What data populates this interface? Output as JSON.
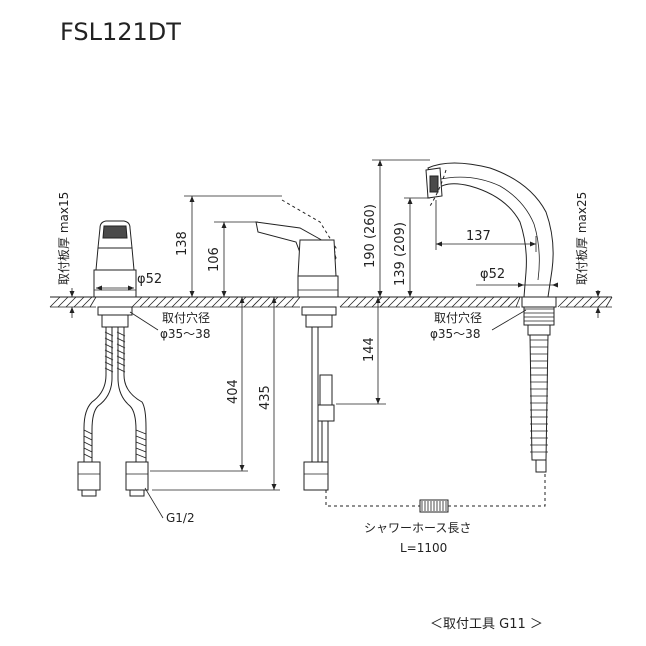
{
  "title": "FSL121DT",
  "labels": {
    "left_plate": "取付板厚 max15",
    "right_plate": "取付板厚 max25",
    "hole_left_1": "取付穴径",
    "hole_left_2": "φ35～38",
    "hole_right_1": "取付穴径",
    "hole_right_2": "φ35～38",
    "dia_left": "φ52",
    "dia_right": "φ52",
    "thread": "G1/2",
    "hose_1": "シャワーホース長さ",
    "hose_2": "L=1100",
    "footer": "＜取付工具 G11 ＞"
  },
  "dimensions": {
    "d138": "138",
    "d106": "106",
    "d190": "190 (260)",
    "d139": "139 (209)",
    "d137": "137",
    "d144": "144",
    "d404": "404",
    "d435": "435"
  }
}
